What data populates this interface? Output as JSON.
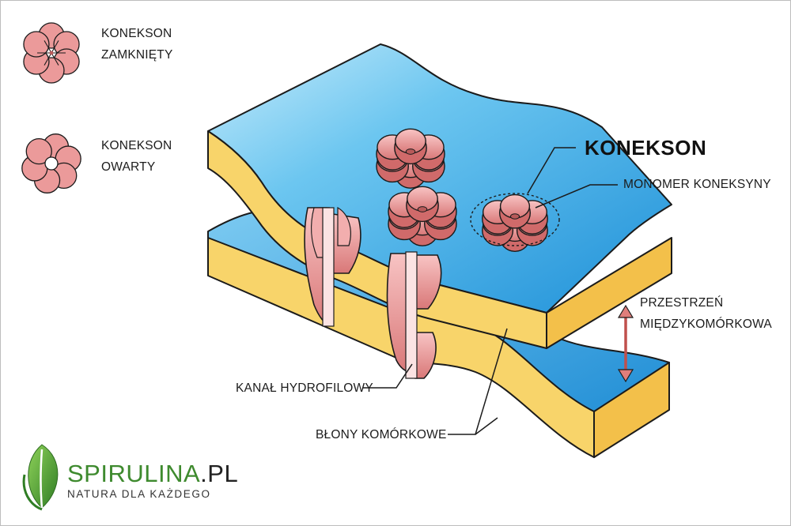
{
  "legend": {
    "closed": {
      "line1": "KONEKSON",
      "line2": "ZAMKNIĘTY",
      "icon": "connexon-closed-icon"
    },
    "open": {
      "line1": "KONEKSON",
      "line2": "OWARTY",
      "icon": "connexon-open-icon"
    }
  },
  "labels": {
    "title": "KONEKSON",
    "monomer": "MONOMER KONEKSYNY",
    "space_line1": "PRZESTRZEŃ",
    "space_line2": "MIĘDZYKOMÓRKOWA",
    "channel": "KANAŁ HYDROFILOWY",
    "membranes": "BŁONY KOMÓRKOWE"
  },
  "brand": {
    "name": "SPIRULINA",
    "suffix": ".PL",
    "tagline": "NATURA DLA KAŻDEGO",
    "logo_icon": "leaf-icon"
  },
  "colors": {
    "membrane_top": "#2ea3e3",
    "membrane_edge": "#f7c94f",
    "connexon": "#e78e8e",
    "brand_green": "#3e8a2e"
  }
}
